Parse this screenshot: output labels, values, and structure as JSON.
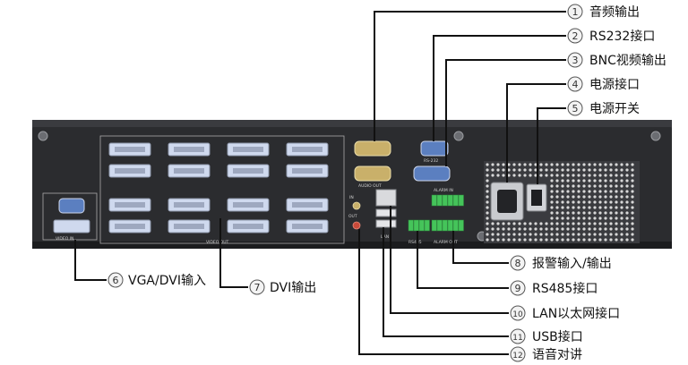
{
  "colors": {
    "chassis": "#2b2c2f",
    "chassis_dark": "#1b1c1e",
    "leader": "#111111",
    "port_metal": "#c9ccd2",
    "dvi_blue": "#cfd9ee",
    "vga_blue": "#5b7fc0",
    "audio_gold": "#c9b06a",
    "terminal_green": "#45c45a",
    "vent": "#d8d8d8",
    "badge_stroke": "#555555",
    "badge_fill": "#f3f3f3"
  },
  "panel_labels": {
    "video_in": "VIDEO IN",
    "video_out": "VIDEO OUT",
    "audio_out": "AUDIO OUT",
    "rs232": "RS-232",
    "alarm_in": "ALARM IN",
    "alarm_out": "ALARM OUT",
    "rs485": "RS485",
    "lan": "LAN",
    "in": "IN",
    "out": "OUT"
  },
  "callouts": [
    {
      "num": "1",
      "label": "音频输出"
    },
    {
      "num": "2",
      "label": "RS232接口"
    },
    {
      "num": "3",
      "label": "BNC视频输出"
    },
    {
      "num": "4",
      "label": "电源接口"
    },
    {
      "num": "5",
      "label": "电源开关"
    },
    {
      "num": "6",
      "label": "VGA/DVI输入"
    },
    {
      "num": "7",
      "label": "DVI输出"
    },
    {
      "num": "8",
      "label": "报警输入/输出"
    },
    {
      "num": "9",
      "label": "RS485接口"
    },
    {
      "num": "10",
      "label": "LAN以太网接口"
    },
    {
      "num": "11",
      "label": "USB接口"
    },
    {
      "num": "12",
      "label": "语音对讲"
    }
  ]
}
